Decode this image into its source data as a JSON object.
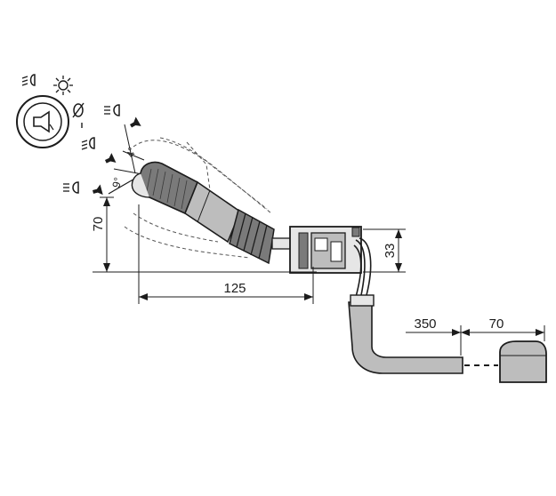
{
  "dimensions": {
    "height_lever": "70",
    "length_lever": "125",
    "height_switch": "33",
    "cable_length": "350",
    "connector_length": "70"
  },
  "angles": {
    "upper": "4°",
    "lower": "9°"
  },
  "colors": {
    "line": "#1c1c1c",
    "dash": "#555555",
    "fill_light": "#e6e6e6",
    "fill_mid": "#bdbdbd",
    "fill_dark": "#7a7a7a",
    "background": "#ffffff"
  },
  "icons": {
    "horn_gauge": "horn-gauge-icon",
    "low_beam": "low-beam-icon",
    "sun": "daylight-icon",
    "off_symbol": "off-symbol-icon",
    "high_beam": "high-beam-icon",
    "horn": "horn-icon"
  }
}
